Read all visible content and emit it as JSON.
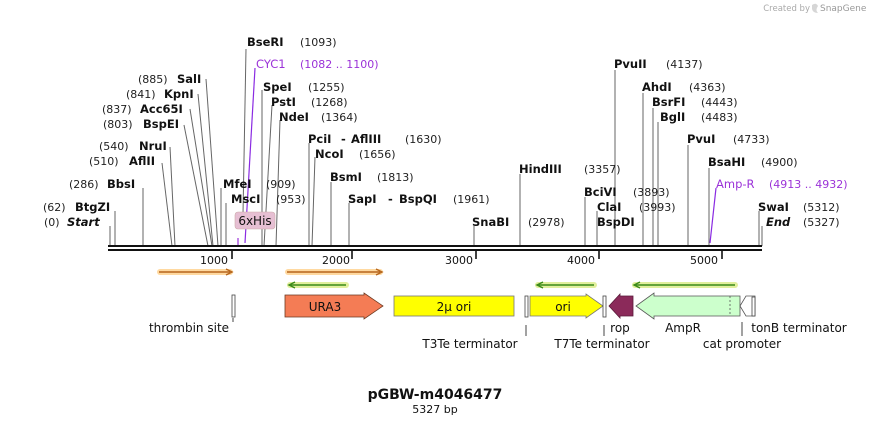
{
  "credit": {
    "prefix": "Created by",
    "brand": "SnapGene"
  },
  "map": {
    "name": "pGBW-m4046477",
    "length_label": "5327 bp",
    "length": 5327
  },
  "ruler": {
    "ticks": [
      {
        "value": 1000,
        "label": "1000"
      },
      {
        "value": 2000,
        "label": "2000"
      },
      {
        "value": 3000,
        "label": "3000"
      },
      {
        "value": 4000,
        "label": "4000"
      },
      {
        "value": 5000,
        "label": "5000"
      }
    ]
  },
  "sites": [
    {
      "id": "start",
      "name": "Start",
      "pos_label": "(0)",
      "pos": 0,
      "italic": true
    },
    {
      "id": "btgzi",
      "name": "BtgZI",
      "pos_label": "(62)",
      "pos": 62
    },
    {
      "id": "bbsi",
      "name": "BbsI",
      "pos_label": "(286)",
      "pos": 286
    },
    {
      "id": "aflii",
      "name": "AflII",
      "pos_label": "(510)",
      "pos": 510
    },
    {
      "id": "nrui",
      "name": "NruI",
      "pos_label": "(540)",
      "pos": 540
    },
    {
      "id": "bspei",
      "name": "BspEI",
      "pos_label": "(803)",
      "pos": 803
    },
    {
      "id": "acc65i",
      "name": "Acc65I",
      "pos_label": "(837)",
      "pos": 837
    },
    {
      "id": "kpni",
      "name": "KpnI",
      "pos_label": "(841)",
      "pos": 841
    },
    {
      "id": "sali",
      "name": "SalI",
      "pos_label": "(885)",
      "pos": 885
    },
    {
      "id": "mfei",
      "name": "MfeI",
      "pos_label": "(909)",
      "pos": 909
    },
    {
      "id": "msci",
      "name": "MscI",
      "pos_label": "(953)",
      "pos": 953
    },
    {
      "id": "bseri",
      "name": "BseRI",
      "pos_label": "(1093)",
      "pos": 1093
    },
    {
      "id": "spei",
      "name": "SpeI",
      "pos_label": "(1255)",
      "pos": 1255
    },
    {
      "id": "psti",
      "name": "PstI",
      "pos_label": "(1268)",
      "pos": 1268
    },
    {
      "id": "ndei",
      "name": "NdeI",
      "pos_label": "(1364)",
      "pos": 1364
    },
    {
      "id": "pcii",
      "name": "PciI",
      "name2": "AflIII",
      "pos_label": "(1630)",
      "pos": 1630
    },
    {
      "id": "ncoi",
      "name": "NcoI",
      "pos_label": "(1656)",
      "pos": 1656
    },
    {
      "id": "bsmi",
      "name": "BsmI",
      "pos_label": "(1813)",
      "pos": 1813
    },
    {
      "id": "sapi",
      "name": "SapI",
      "name2": "BspQI",
      "pos_label": "(1961)",
      "pos": 1961
    },
    {
      "id": "snabi",
      "name": "SnaBI",
      "pos_label": "(2978)",
      "pos": 2978
    },
    {
      "id": "hindiii",
      "name": "HindIII",
      "pos_label": "(3357)",
      "pos": 3357
    },
    {
      "id": "bcivi",
      "name": "BciVI",
      "pos_label": "(3893)",
      "pos": 3893
    },
    {
      "id": "clai",
      "name": "ClaI",
      "pos_label": "(3993)",
      "pos": 3993
    },
    {
      "id": "bspdi",
      "name": "BspDI",
      "pos_label": "(3993)",
      "pos": 3993
    },
    {
      "id": "pvuii",
      "name": "PvuII",
      "pos_label": "(4137)",
      "pos": 4137
    },
    {
      "id": "ahdi",
      "name": "AhdI",
      "pos_label": "(4363)",
      "pos": 4363
    },
    {
      "id": "bsrfi",
      "name": "BsrFI",
      "pos_label": "(4443)",
      "pos": 4443
    },
    {
      "id": "bgli",
      "name": "BglI",
      "pos_label": "(4483)",
      "pos": 4483
    },
    {
      "id": "pvui",
      "name": "PvuI",
      "pos_label": "(4733)",
      "pos": 4733
    },
    {
      "id": "bsahi",
      "name": "BsaHI",
      "pos_label": "(4900)",
      "pos": 4900
    },
    {
      "id": "swai",
      "name": "SwaI",
      "pos_label": "(5312)",
      "pos": 5312
    },
    {
      "id": "end",
      "name": "End",
      "pos_label": "(5327)",
      "pos": 5327,
      "italic": true
    }
  ],
  "annotations": [
    {
      "id": "cyc1",
      "name": "CYC1",
      "range_label": "(1082 .. 1100)",
      "start": 1082,
      "end": 1100
    },
    {
      "id": "ampr-range",
      "name": "Amp-R",
      "range_label": "(4913 .. 4932)",
      "start": 4913,
      "end": 4932
    }
  ],
  "features": [
    {
      "id": "6xhis",
      "label": "6xHis"
    },
    {
      "id": "thrombin",
      "label": "thrombin site"
    },
    {
      "id": "ura3",
      "label": "URA3",
      "color": "#f47c55"
    },
    {
      "id": "2mu",
      "label": "2μ ori",
      "color": "#ffff00"
    },
    {
      "id": "t3te",
      "label": "T3Te terminator"
    },
    {
      "id": "ori",
      "label": "ori",
      "color": "#ffff00"
    },
    {
      "id": "t7te",
      "label": "T7Te terminator"
    },
    {
      "id": "rop",
      "label": "rop",
      "color": "#8b2a5a"
    },
    {
      "id": "ampr",
      "label": "AmpR",
      "color": "#ccffcc"
    },
    {
      "id": "catpromoter",
      "label": "cat promoter"
    },
    {
      "id": "tonb",
      "label": "tonB terminator"
    }
  ]
}
